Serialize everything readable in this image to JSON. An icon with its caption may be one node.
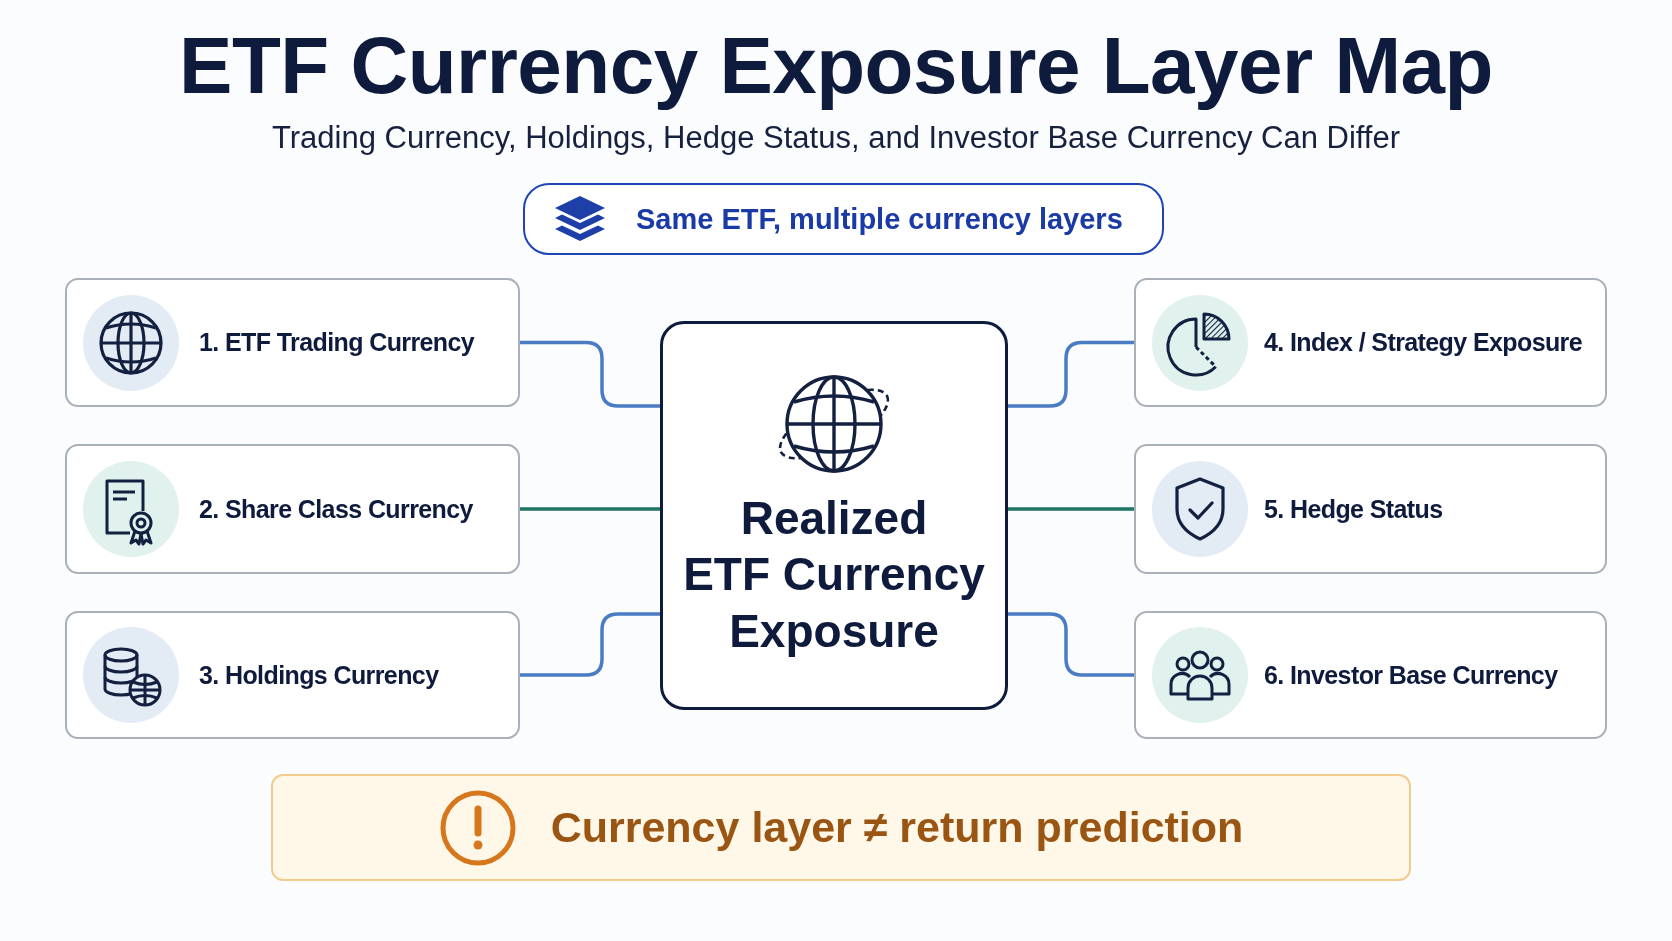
{
  "diagram": {
    "title": "ETF Currency Exposure Layer Map",
    "nodes": [
      {
        "text": [
          "Same ETF, multiple currency layers"
        ]
      },
      {
        "text": [
          "1. ETF Trading Currency"
        ]
      },
      {
        "text": [
          "2. Share Class Currency"
        ]
      },
      {
        "text": [
          "3. Holdings Currency"
        ]
      },
      {
        "text": [
          "Realized ETF Currency Exposure"
        ]
      },
      {
        "text": [
          "4. Index / Strategy Exposure"
        ]
      },
      {
        "text": [
          "5. Hedge Status"
        ]
      },
      {
        "text": [
          "6. Investor Base Currency"
        ]
      },
      {
        "text": [
          "Currency layer ≠ return prediction"
        ]
      }
    ],
    "edges": [
      {
        "from": 1,
        "to": 4,
        "arrow": "none"
      },
      {
        "from": 2,
        "to": 4,
        "arrow": "none",
        "color": "#1e7566"
      },
      {
        "from": 3,
        "to": 4,
        "arrow": "none"
      },
      {
        "from": 5,
        "to": 4,
        "arrow": "none"
      },
      {
        "from": 6,
        "to": 4,
        "arrow": "none",
        "color": "#1e7566"
      },
      {
        "from": 7,
        "to": 4,
        "arrow": "none"
      }
    ],
    "labels": [
      "Trading Currency, Holdings, Hedge Status, and Investor Base Currency Can Differ"
    ]
  }
}
